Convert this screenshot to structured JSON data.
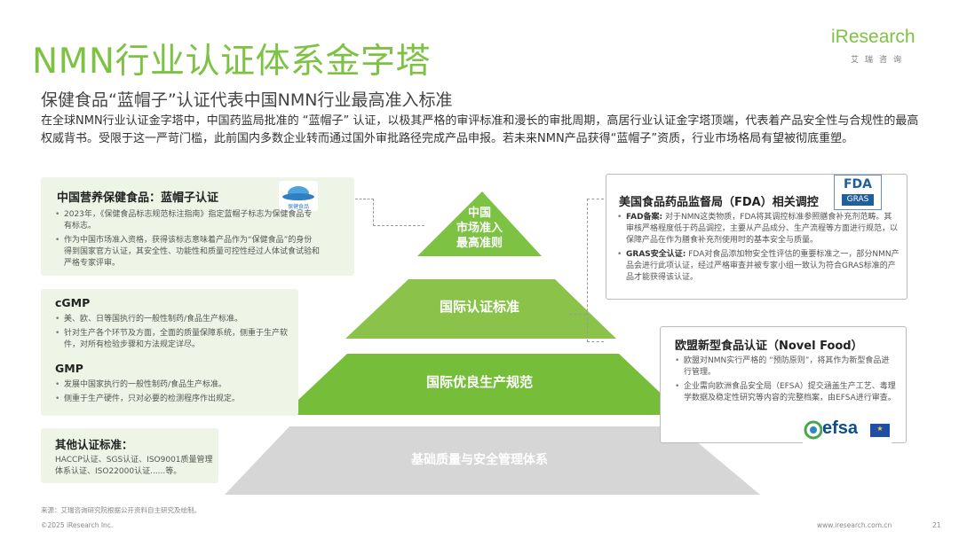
{
  "header": {
    "title": "NMN行业认证体系金字塔",
    "subtitle": "保健食品“蓝帽子”认证代表中国NMN行业最高准入标准",
    "intro": "在全球NMN行业认证金字塔中，中国药监局批准的 “蓝帽子” 认证，以极其严格的审评标准和漫长的审批周期，高居行业认证金字塔顶端，代表着产品安全性与合规性的最高权威背书。受限于这一严苛门槛，此前国内多数企业转而通过国外审批路径完成产品申报。若未来NMN产品获得“蓝帽子”资质，行业市场格局有望被彻底重塑。"
  },
  "logo": {
    "brand": "iResearch",
    "sub": "艾瑞咨询"
  },
  "pyramid": {
    "levels": [
      "中国\n市场准入\n最高准则",
      "国际认证标准",
      "国际优良生产规范",
      "基础质量与安全管理体系"
    ],
    "colors": [
      "#7dc243",
      "#8bc34a",
      "#76bd3a",
      "#d6d6d6"
    ]
  },
  "left_boxes": {
    "bluehat": {
      "title": "中国营养保健食品：蓝帽子认证",
      "badge": "保健食品",
      "items": [
        "2023年，《保健食品标志规范标注指南》指定蓝帽子标志为保健食品专有标志。",
        "作为中国市场准入资格，获得该标志意味着产品作为“保健食品”的身份得到国家官方认证，其安全性、功能性和质量可控性经过人体试食试验和严格专家评审。"
      ]
    },
    "gmp": {
      "cgmp_title": "cGMP",
      "cgmp_items": [
        "美、欧、日等国执行的一般性制药/食品生产标准。",
        "针对生产各个环节及方面，全面的质量保障系统，侧重于生产软件，对所有检验步骤和方法规定详尽。"
      ],
      "gmp_title": "GMP",
      "gmp_items": [
        "发展中国家执行的一般性制药/食品生产标准。",
        "侧重于生产硬件，只对必要的检测程序作出规定。"
      ]
    },
    "other": {
      "title": "其他认证标准：",
      "text": "HACCP认证、SGS认证、ISO9001质量管理体系认证、ISO22000认证......等。"
    }
  },
  "right_boxes": {
    "fda": {
      "title": "美国食品药品监督局（FDA）相关调控",
      "badge_top": "FDA",
      "badge_bottom": "GRAS",
      "items": [
        {
          "label": "FAD备案:",
          "text": "对于NMN这类物质，FDA将其调控标准参照膳食补充剂范畴。其审核严格程度低于药品调控，主要从产品成分、生产流程等方面进行规范，以保障产品在作为膳食补充剂使用时的基本安全与质量。"
        },
        {
          "label": "GRAS安全认证:",
          "text": "FDA对食品添加物安全性评估的重要标准之一，部分NMN产品会进行此项认证，经过严格审查并被专家小组一致认为符合GRAS标准的产品才能获得该认证。"
        }
      ]
    },
    "novel": {
      "title": "欧盟新型食品认证（Novel Food）",
      "badge": "efsa",
      "items": [
        "欧盟对NMN实行严格的 “预防原则”，将其作为新型食品进行管理。",
        "企业需向欧洲食品安全局（EFSA）提交涵盖生产工艺、毒理学数据及稳定性研究等内容的完整档案，由EFSA进行审查。"
      ]
    }
  },
  "footer": {
    "source": "来源：艾瑞咨询研究院根据公开资料自主研究及绘制。",
    "copyright": "©2025 iResearch Inc.",
    "url": "www.iresearch.com.cn",
    "page": "21"
  }
}
